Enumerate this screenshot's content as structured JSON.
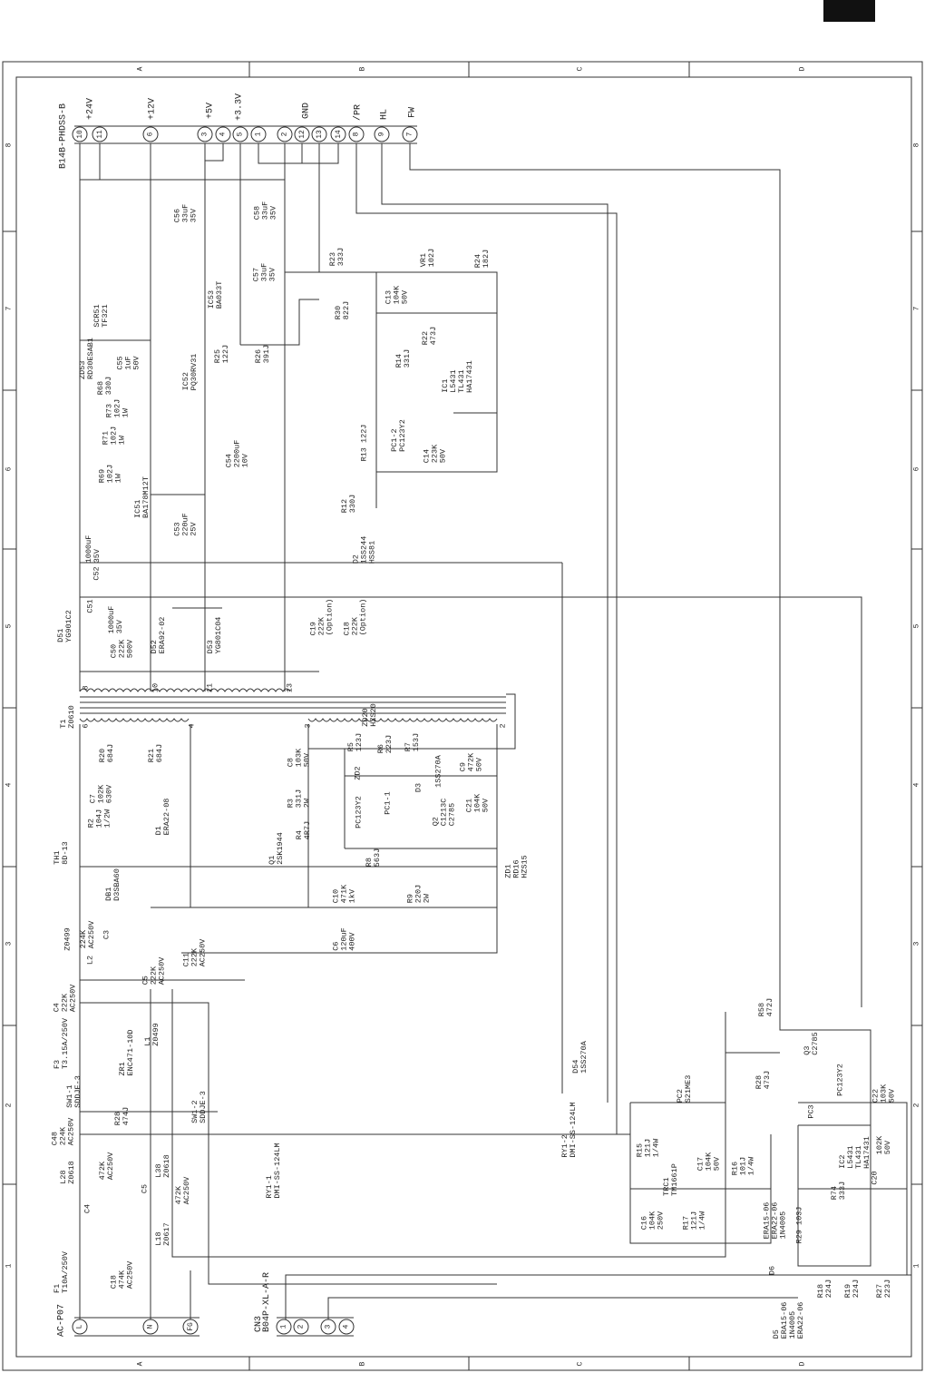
{
  "ruler": {
    "cols": [
      "A",
      "B",
      "C",
      "D"
    ],
    "rows": [
      "8",
      "7",
      "6",
      "5",
      "4",
      "3",
      "2",
      "1"
    ]
  },
  "connector_top": {
    "name": "B14B-PHDSS-B",
    "pins": [
      "10",
      "11",
      "6",
      "3",
      "4",
      "5",
      "1",
      "2",
      "12",
      "13",
      "14",
      "8",
      "9",
      "7"
    ],
    "signals": {
      "p24": "+24V",
      "p12": "+12V",
      "p5": "+5V",
      "p33": "+3.3V",
      "gnd": "GND",
      "pr": "/PR",
      "hl": "HL",
      "fw": "FW"
    }
  },
  "connector_ac": {
    "name": "AC-P07",
    "pins": [
      "L",
      "N",
      "FG"
    ]
  },
  "connector_cn3": {
    "name": "CN3\nB04P-XL-A-R",
    "pins": [
      "1",
      "2",
      "3",
      "4"
    ]
  },
  "labels": {
    "c56": "C56\n33uF\n35V",
    "c58": "C58\n33uF\n35V",
    "r23": "R23\n333J",
    "vr1": "VR1\n102J",
    "r24": "R24\n182J",
    "ic53": "IC53\nBA033T",
    "c57": "C57\n33uF\n35V",
    "r30": "R30\n822J",
    "c13": "C13\n104K\n50V",
    "r22": "R22\n473J",
    "scr51": "SCR51\nTF321",
    "zd53": "ZD53\nRD30ESAB1",
    "r68": "R68\n330J",
    "r73": "R73\n102J\n1W",
    "c55": "C55\n1uF\n50V",
    "ic52": "IC52\nPQ30RV31",
    "r25": "R25\n122J",
    "r26": "R26\n391J",
    "r14": "R14\n331J",
    "ic1": "IC1\nL5431\nTL431\nHA17431",
    "r71": "R71\n102J\n1W",
    "r13": "R13 122J",
    "pc12": "PC1-2\nPC123Y2",
    "r69": "R69\n102J\n1W",
    "c54": "C54\n2200uF\n10V",
    "c14": "C14\n223K\n50V",
    "ic51": "IC51\nBA178M12T",
    "r12": "R12\n330J",
    "c53": "C53\n220uF\n25V",
    "d2": "D2\n1SS244\nHSS81",
    "c52v": "1000uF\n35V",
    "c52": "C52",
    "c51": "C51",
    "c51v": "1000uF\n35V",
    "d51": "D51\nYG901C2",
    "c50": "C50\n222K\n500V",
    "d52": "D52\nERA92-02",
    "d53": "D53\nYG801C04",
    "c19": "C19\n222K\n(Option)",
    "c18": "C18\n222K\n(Option)",
    "t1": "T1\nZ0610",
    "zd20": "ZD20\nHZS20",
    "r5": "R5\n123J",
    "r6": "R6\n223J",
    "r7": "R7\n153J",
    "c8": "C8\n103K\n50V",
    "zd2": "ZD2",
    "c9": "C9\n472K\n50V",
    "d3": "D3",
    "d3v": "1SS270A",
    "r20": "R20\n684J",
    "r21": "R21\n684J",
    "c7": "C7\n102K\n630V",
    "r3": "R3\n331J\n2W",
    "r2": "R2\n104J\n1/2W",
    "d1": "D1\nERA22-08",
    "pc11": "PC1-1",
    "pc11v": "PC123Y2",
    "q2": "Q2\nC1213C\nC2785",
    "c21": "C21\n104K\n50V",
    "r4": "R4\n4R7J",
    "q1": "Q1\n2SK1944",
    "r8": "R8\n563J",
    "zd1": "ZD1\nRD16\nHZS15",
    "th1": "TH1\n8D-13",
    "db1": "DB1\nD3SBA60",
    "c10": "C10\n471K\n1kV",
    "r9": "R9\n220J\n2W",
    "c6": "C6\n120uF\n400V",
    "c3": "C3",
    "c3v": "224K\nAC250V",
    "z0499": "Z0499",
    "l2": "L2",
    "c5": "C5\n222K\nAC250V",
    "c11": "C11\n222K\nAC250V",
    "c4": "C4\n222K\nAC250V",
    "l1": "L1\nZ0499",
    "f3": "F3\nT3.15A/250V",
    "zr1": "ZR1\nENC471-10D",
    "sw11": "SW1-1\nSDDJE-3",
    "sw12": "SW1-2\nSDDJE-3",
    "c48": "C48\n224K\nAC250V",
    "r28": "R28\n474J",
    "l28": "L28\nZ0618",
    "l38": "L38\nZ0618",
    "c4b": "C4",
    "c4bv": "472K\nAC250V",
    "c5b": "C5",
    "c5bv": "472K\nAC250V",
    "l18": "L18\nZ0617",
    "f1": "F1\nT10A/250V",
    "c18b": "C18\n474K\nAC250V",
    "ry11": "RY1-1\nDMI-SS-124LM",
    "ry12": "RY1-2\nDMI-SS-124LM",
    "d54": "D54\n1SS270A",
    "pc2": "PC2\nS21ME3",
    "r15": "R15\n121J\n1/4W",
    "trc1": "TRC1\nTM1661P",
    "c17": "C17\n104K\n50V",
    "r16": "R16\n101J\n1/4W",
    "c16": "C16\n104K\n250V",
    "r17": "R17\n121J\n1/4W",
    "r58": "R58\n472J",
    "q3": "Q3\nC2785",
    "r28b": "R28\n473J",
    "pc3v": "PC123Y2",
    "pc3": "PC3",
    "c22": "C22\n103K\n50V",
    "ic2": "IC2\nL5431\nTL431\nHA17431",
    "c20": "C20",
    "c20v": "102K\n50V",
    "r74": "R74\n333J",
    "r29": "R29 103J",
    "d6v": "ERA15-06\nERA22-06\n1N4005",
    "d6": "D6",
    "d5": "D5\nERA15-06\n1N4005\nERA22-06",
    "r18": "R18\n224J",
    "r19": "R19\n224J",
    "r27": "R27\n223J",
    "t_p8": "8",
    "t_p10": "10",
    "t_p11": "11",
    "t_p13": "13",
    "t_p6": "6",
    "t_p4": "4",
    "t_p3": "3",
    "t_p2": "2"
  }
}
